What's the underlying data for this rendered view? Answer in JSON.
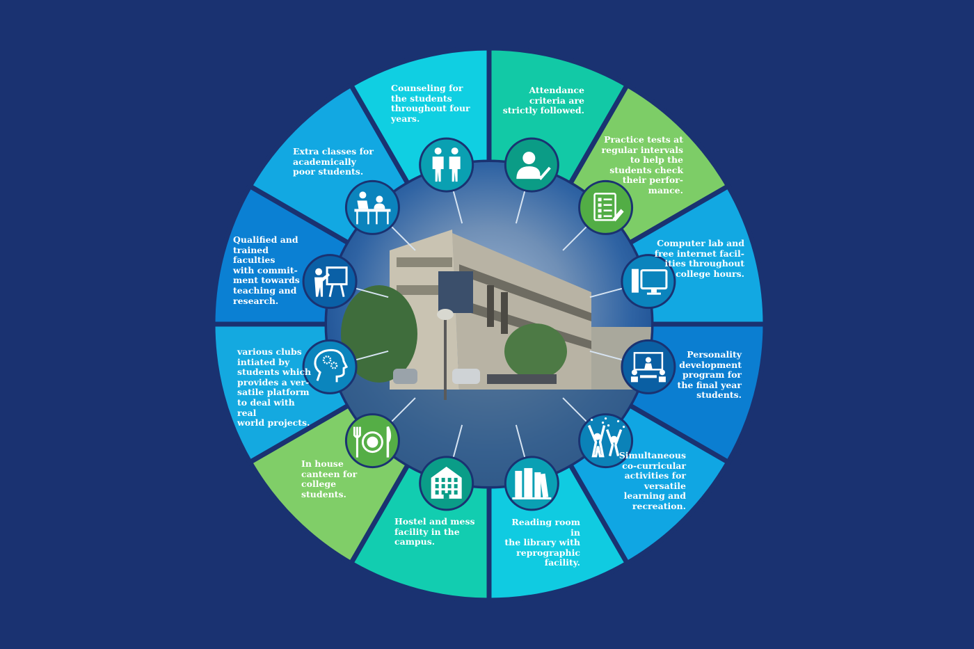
{
  "colors": {
    "background": "#1a3271",
    "separator": "#1a3271",
    "arrow": "#d7e4f2",
    "icon_fg": "#ffffff"
  },
  "segments": [
    {
      "id": "attendance",
      "text": "Attendance\ncriteria are\nstrictly followed.",
      "color": "#12c9a6",
      "icon": "person-check-icon",
      "icon_bg": "#0b9c86"
    },
    {
      "id": "practice-tests",
      "text": "Practice tests at\nregular intervals\nto help the\nstudents check\ntheir perfor-\nmance.",
      "color": "#7dcd67",
      "icon": "checklist-icon",
      "icon_bg": "#52ad45"
    },
    {
      "id": "computer-lab",
      "text": "Computer lab and\nfree internet facil-\nities throughout\ncollege hours.",
      "color": "#12a8e2",
      "icon": "computer-icon",
      "icon_bg": "#0b84bd"
    },
    {
      "id": "personality",
      "text": "Personality\ndevelopment\nprogram for\nthe final year\nstudents.",
      "color": "#0b7ed1",
      "icon": "presentation-group-icon",
      "icon_bg": "#0a5fa3"
    },
    {
      "id": "co-curricular",
      "text": "Simultaneous\nco-curricular\nactivities for\nversatile\nlearning and\nrecreation.",
      "color": "#10a6e3",
      "icon": "celebration-icon",
      "icon_bg": "#0b82b8"
    },
    {
      "id": "reading-room",
      "text": "Reading room in\nthe library with\nreprographic\nfacility.",
      "color": "#10cbe1",
      "icon": "books-icon",
      "icon_bg": "#0aa0b4"
    },
    {
      "id": "hostel",
      "text": "Hostel and mess\nfacility in the\ncampus.",
      "color": "#12cdb0",
      "icon": "building-icon",
      "icon_bg": "#0a9d88"
    },
    {
      "id": "canteen",
      "text": "In house\ncanteen for\ncollege\nstudents.",
      "color": "#80ce68",
      "icon": "dining-icon",
      "icon_bg": "#55ae46"
    },
    {
      "id": "clubs",
      "text": "various clubs\nintiated by\nstudents which\nprovides a ver-\nsatile platform\nto deal with real\nworld projects.",
      "color": "#14a9e0",
      "icon": "mind-gears-icon",
      "icon_bg": "#0b85bd"
    },
    {
      "id": "faculties",
      "text": "Qualified and\ntrained faculties\nwith commit-\nment towards\nteaching and\nresearch.",
      "color": "#0b80d3",
      "icon": "teacher-board-icon",
      "icon_bg": "#0a60a6"
    },
    {
      "id": "extra-classes",
      "text": "Extra classes for\nacademically\npoor students.",
      "color": "#12a8e2",
      "icon": "classroom-icon",
      "icon_bg": "#0b84bd"
    },
    {
      "id": "counseling",
      "text": "Counseling for\nthe students\nthroughout four\nyears.",
      "color": "#10cfe2",
      "icon": "two-people-icon",
      "icon_bg": "#0aa0b2"
    }
  ]
}
